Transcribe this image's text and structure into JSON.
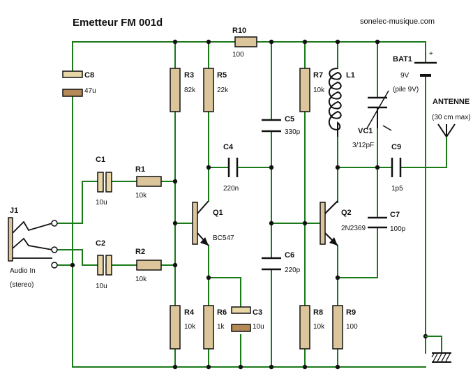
{
  "title": "Emetteur FM 001d",
  "site": "sonelec-musique.com",
  "components": {
    "R10": {
      "ref": "R10",
      "value": "100"
    },
    "C8": {
      "ref": "C8",
      "value": "47u"
    },
    "R3": {
      "ref": "R3",
      "value": "82k"
    },
    "R5": {
      "ref": "R5",
      "value": "22k"
    },
    "R7": {
      "ref": "R7",
      "value": "10k"
    },
    "L1": {
      "ref": "L1"
    },
    "BAT1": {
      "ref": "BAT1",
      "value": "9V",
      "note": "(pile 9V)",
      "plus": "+"
    },
    "C5": {
      "ref": "C5",
      "value": "330p"
    },
    "C4": {
      "ref": "C4",
      "value": "220n"
    },
    "VC1": {
      "ref": "VC1",
      "value": "3/12pF"
    },
    "C9": {
      "ref": "C9",
      "value": "1p5"
    },
    "antenna": {
      "ref": "ANTENNE",
      "value": "(30 cm max)"
    },
    "C1": {
      "ref": "C1",
      "value": "10u"
    },
    "R1": {
      "ref": "R1",
      "value": "10k"
    },
    "Q1": {
      "ref": "Q1",
      "value": "BC547"
    },
    "Q2": {
      "ref": "Q2",
      "value": "2N2369"
    },
    "C7": {
      "ref": "C7",
      "value": "100p"
    },
    "J1": {
      "ref": "J1",
      "value": "Audio In",
      "note": "(stereo)"
    },
    "C2": {
      "ref": "C2",
      "value": "10u"
    },
    "R2": {
      "ref": "R2",
      "value": "10k"
    },
    "C6": {
      "ref": "C6",
      "value": "220p"
    },
    "R4": {
      "ref": "R4",
      "value": "10k"
    },
    "R6": {
      "ref": "R6",
      "value": "1k"
    },
    "C3": {
      "ref": "C3",
      "value": "10u"
    },
    "R8": {
      "ref": "R8",
      "value": "10k"
    },
    "R9": {
      "ref": "R9",
      "value": "100"
    }
  },
  "colors": {
    "wire": "#1a7a1a",
    "resistor": "#dcc59a",
    "ink": "#111111"
  }
}
